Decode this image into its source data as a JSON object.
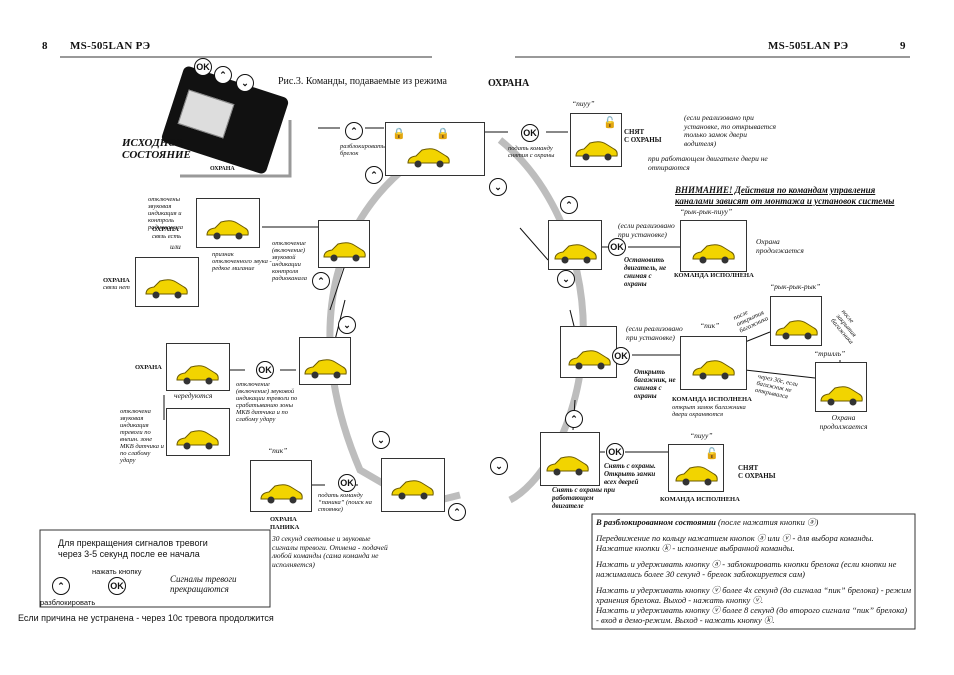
{
  "header": {
    "left_page": "8",
    "left_title": "MS-505LAN  РЭ",
    "right_title": "MS-505LAN  РЭ",
    "right_page": "9"
  },
  "figure": {
    "caption": "Рис.3. Команды, подаваемые из режима",
    "mode": "ОХРАНА",
    "fob": {
      "title_line1": "ИСХОДНОЕ",
      "title_line2": "СОСТОЯНИЕ",
      "mode_label": "ОХРАНА"
    }
  },
  "left": {
    "unlock_fob": "разблокировать брелок",
    "state_armed_ok": {
      "caption": "ОХРАНА",
      "sub": "связь есть",
      "note": "отключены звуковая индикация и контроль радиоканала"
    },
    "or": "или",
    "state_armed_nolink": {
      "caption": "ОХРАНА",
      "sub": "связи нет"
    },
    "nolink_note": "признак отключенного звука - редкое мигание",
    "sound_toggle_note": "отключение (включение) звуковой индикации контроля радиоканала",
    "ohrana_label": "ОХРАНА",
    "alternate": "чередуются",
    "sensor_toggle_note": "отключение (включение) звуковой индикации тревоги по срабатыванию зоны МКВ датчика и по слабому удару",
    "sensor_off_note": "отключена звуковая индикация тревоги по внешн. зоне МКВ датчика и по слабому удару",
    "panic": {
      "sound": "“пик”",
      "send_note": "подать команду “паника” (поиск на стоянке)",
      "caption1": "ОХРАНА",
      "caption2": "ПАНИКА",
      "desc": "30 секунд световые и звуковые сигналы тревоги. Отмена - подачей любой команды (сама команда не исполняется)"
    },
    "alarm_box": {
      "line1": "Для прекращения сигналов тревоги",
      "line2": "через 3-5 секунд после ее начала",
      "press": "нажать кнопку",
      "unlock": "разблокировать",
      "result": "Сигналы тревоги прекращаются",
      "footer": "Если причина не устранена - через 10с тревога продолжится"
    }
  },
  "right": {
    "send_cmd": "подать команду снятия с охраны",
    "disarm": {
      "sound": "“пиуу”",
      "label1": "СНЯТ",
      "label2": "С ОХРАНЫ",
      "note": "(если реализовано при установке, то открывается только замок двери водителя)",
      "note2": "при работающем двигателе двери не отпираются"
    },
    "warning": "ВНИМАНИЕ! Действия по командам управления каналами зависят от монтажа и установок системы",
    "stop_engine": {
      "if": "(если реализовано при установке)",
      "sound": "“рык-рык-пиуу”",
      "action": "Остановить двигатель, не снимая с охраны",
      "done": "КОМАНДА ИСПОЛНЕНА",
      "result": "Охрана продолжается"
    },
    "trunk": {
      "if": "(если реализовано при установке)",
      "sound": "“пик”",
      "action": "Открыть багажник, не снимая с охраны",
      "done": "КОМАНДА ИСПОЛНЕНА",
      "done_note": "открыт замок багажника двери охраняются",
      "sound2": "“рык-рык-рык”",
      "after_open": "после открытия багажника",
      "after_close": "после закрытия багажника",
      "sound3": "“трилль”",
      "timeout": "через 30с, если багажник не открывался",
      "result": "Охрана продолжается"
    },
    "disarm_engine": {
      "action": "Снять с охраны. Открыть замки всех дверей",
      "sound": "“пиуу”",
      "label1": "СНЯТ",
      "label2": "С ОХРАНЫ",
      "caption": "Снять с охраны при работающем двигателе",
      "done": "КОМАНДА ИСПОЛНЕНА"
    },
    "info": {
      "title": "В разблокированном состоянии",
      "title_tail": "(после нажатия кнопки",
      "p1": "Передвижение по кольцу нажатием кнопок ⓐ или ⓥ - для выбора команды. Нажатие кнопки ⓚ - исполнение выбранной команды.",
      "p2": "Нажать и удерживать кнопку ⓐ - заблокировать кнопки брелока (если кнопки не нажимались более 30 секунд - брелок заблокируется сам)",
      "p3": "Нажать и удерживать кнопку ⓥ более 4х секунд (до сигнала “пик” брелока) - режим хранения брелока. Выход - нажать кнопку ⓥ.",
      "p4": "Нажать и удерживать кнопку ⓥ более 8 секунд (до второго сигнала “пик” брелока) - вход в демо-режим. Выход - нажать кнопку ⓚ."
    }
  },
  "buttons": {
    "ok": "OK",
    "up": "⌃",
    "down": "⌄"
  },
  "colors": {
    "car": "#f2d400",
    "car_outline": "#6b5a00",
    "ring": "#bdbdbd"
  }
}
